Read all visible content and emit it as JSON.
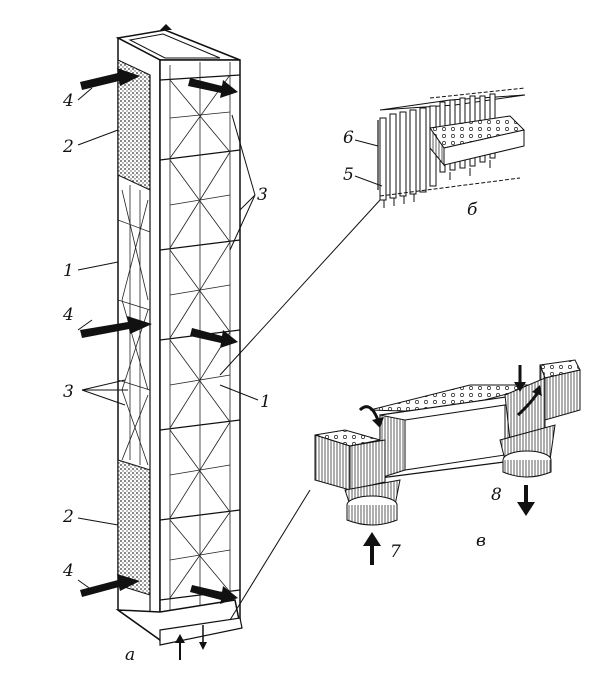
{
  "labels": {
    "n1": "1",
    "n2": "2",
    "n3": "3",
    "n4": "4",
    "n5": "5",
    "n6": "6",
    "n7": "7",
    "n8": "8",
    "a": "а",
    "b": "б",
    "v": "в"
  },
  "colors": {
    "ink": "#111111",
    "background": "#ffffff",
    "hatch": "#555555"
  }
}
